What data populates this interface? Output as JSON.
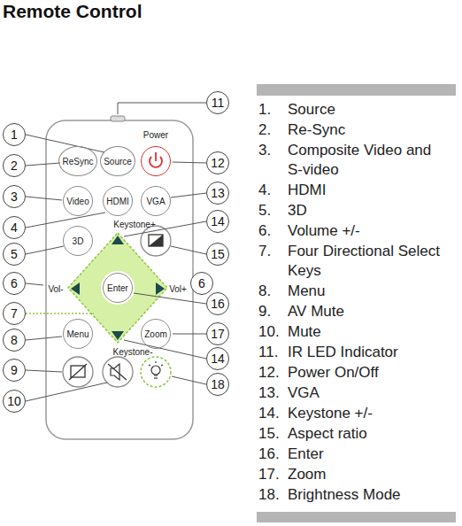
{
  "diagram": {
    "title": "Remote Control",
    "nodes": [
      {
        "text": [
          "ReSync"
        ]
      },
      {
        "text": [
          "Source"
        ]
      },
      {
        "text": [
          "Power"
        ]
      },
      {
        "text": [
          "Video"
        ]
      },
      {
        "text": [
          "HDMI"
        ]
      },
      {
        "text": [
          "VGA"
        ]
      },
      {
        "text": [
          "3D"
        ]
      },
      {
        "text": [
          "Enter"
        ]
      },
      {
        "text": [
          "Menu"
        ]
      },
      {
        "text": [
          "Zoom"
        ]
      }
    ],
    "edges": [],
    "labels": [
      "1",
      "2",
      "3",
      "4",
      "5",
      "6",
      "6",
      "7",
      "8",
      "9",
      "10",
      "11",
      "12",
      "13",
      "14",
      "14",
      "15",
      "16",
      "17",
      "18",
      "Keystone+",
      "Vol-",
      "Vol+",
      "Keystone-",
      "1.",
      "Source",
      "2.",
      "Re-Sync",
      "3.",
      "Composite Video and S-video",
      "4.",
      "HDMI",
      "5.",
      "3D",
      "6.",
      "Volume +/-",
      "7.",
      "Four Directional Select Keys",
      "8.",
      "Menu",
      "9.",
      "AV Mute",
      "10.",
      "Mute",
      "11.",
      "IR LED Indicator",
      "12.",
      "Power On/Off",
      "13.",
      "VGA",
      "14.",
      "Keystone +/-",
      "15.",
      "Aspect ratio",
      "16.",
      "Enter",
      "17.",
      "Zoom",
      "18.",
      "Brightness Mode"
    ]
  }
}
